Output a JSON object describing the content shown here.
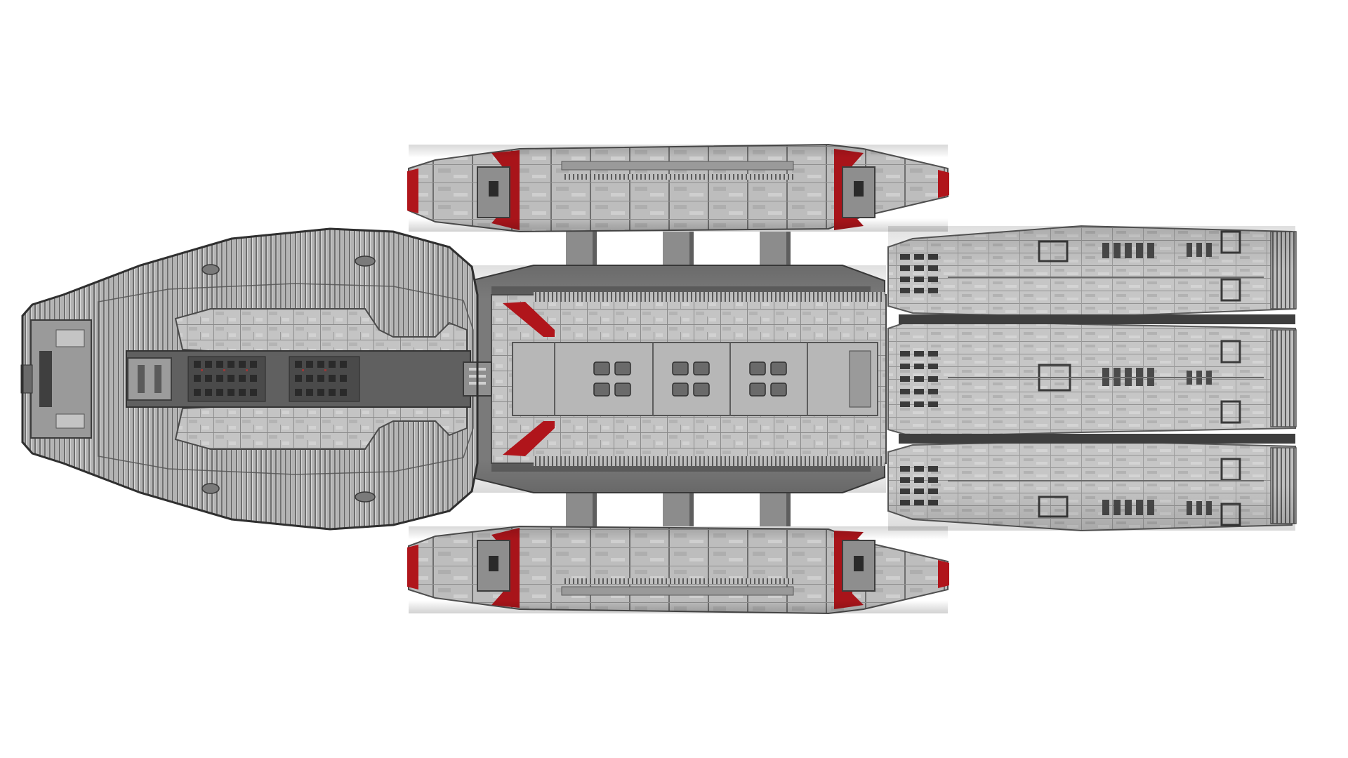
{
  "image": {
    "subject": "battlestar-warship-top-view",
    "background": "#ffffff",
    "palette": {
      "hull_light": "#c9c9c9",
      "hull_mid": "#a9a9a9",
      "hull_dark": "#7e7e7e",
      "hull_shadow": "#4f4f4f",
      "panel_line": "#5a5a5a",
      "accent_red": "#b0151b",
      "accent_red_dark": "#6e0b0e",
      "window_dark": "#2a2a2a"
    },
    "components": {
      "flight_pods": 2,
      "pod_connector_struts_per_side": 3,
      "engine_nacelles": 3,
      "engine_vent_columns": 5
    }
  }
}
